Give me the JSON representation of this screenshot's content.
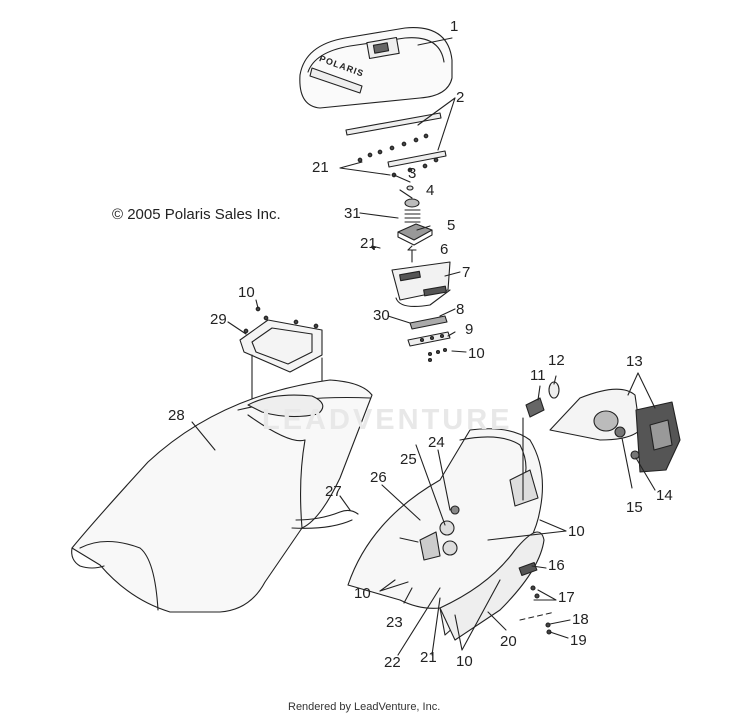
{
  "diagram": {
    "copyright": "© 2005 Polaris Sales Inc.",
    "footer": "Rendered by LeadVenture, Inc.",
    "watermark": "LEADVENTURE",
    "cover_logo": "POLARIS",
    "callouts": [
      {
        "id": "c1",
        "label": "1"
      },
      {
        "id": "c2",
        "label": "2"
      },
      {
        "id": "c3",
        "label": "3"
      },
      {
        "id": "c4",
        "label": "4"
      },
      {
        "id": "c5",
        "label": "5"
      },
      {
        "id": "c6",
        "label": "6"
      },
      {
        "id": "c7",
        "label": "7"
      },
      {
        "id": "c8",
        "label": "8"
      },
      {
        "id": "c9",
        "label": "9"
      },
      {
        "id": "c10a",
        "label": "10"
      },
      {
        "id": "c10b",
        "label": "10"
      },
      {
        "id": "c10c",
        "label": "10"
      },
      {
        "id": "c10d",
        "label": "10"
      },
      {
        "id": "c10e",
        "label": "10"
      },
      {
        "id": "c11",
        "label": "11"
      },
      {
        "id": "c12",
        "label": "12"
      },
      {
        "id": "c13",
        "label": "13"
      },
      {
        "id": "c14",
        "label": "14"
      },
      {
        "id": "c15",
        "label": "15"
      },
      {
        "id": "c16",
        "label": "16"
      },
      {
        "id": "c17",
        "label": "17"
      },
      {
        "id": "c18",
        "label": "18"
      },
      {
        "id": "c19",
        "label": "19"
      },
      {
        "id": "c20",
        "label": "20"
      },
      {
        "id": "c21a",
        "label": "21"
      },
      {
        "id": "c21b",
        "label": "21"
      },
      {
        "id": "c21c",
        "label": "21"
      },
      {
        "id": "c22",
        "label": "22"
      },
      {
        "id": "c23",
        "label": "23"
      },
      {
        "id": "c24",
        "label": "24"
      },
      {
        "id": "c25",
        "label": "25"
      },
      {
        "id": "c26",
        "label": "26"
      },
      {
        "id": "c27",
        "label": "27"
      },
      {
        "id": "c28",
        "label": "28"
      },
      {
        "id": "c29",
        "label": "29"
      },
      {
        "id": "c30",
        "label": "30"
      },
      {
        "id": "c31",
        "label": "31"
      }
    ]
  }
}
